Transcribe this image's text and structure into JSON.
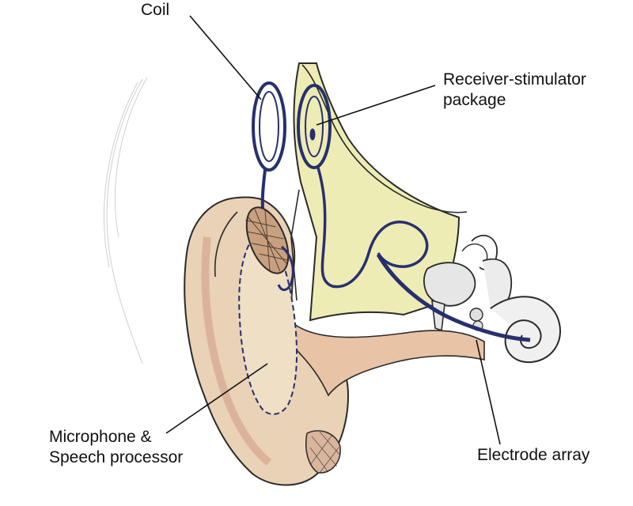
{
  "labels": {
    "coil": "Coil",
    "receiver_line1": "Receiver-stimulator",
    "receiver_line2": "package",
    "microphone_line1": "Microphone &",
    "microphone_line2": "Speech processor",
    "electrode": "Electrode array"
  },
  "colors": {
    "background": "#ffffff",
    "outline": "#2a2a2a",
    "implant_wire": "#27306e",
    "skin_tan": "#e6c9a8",
    "skin_pink": "#dca98f",
    "bone_yellow": "#ecebb2",
    "inner_ear": "#e6e6e6"
  }
}
